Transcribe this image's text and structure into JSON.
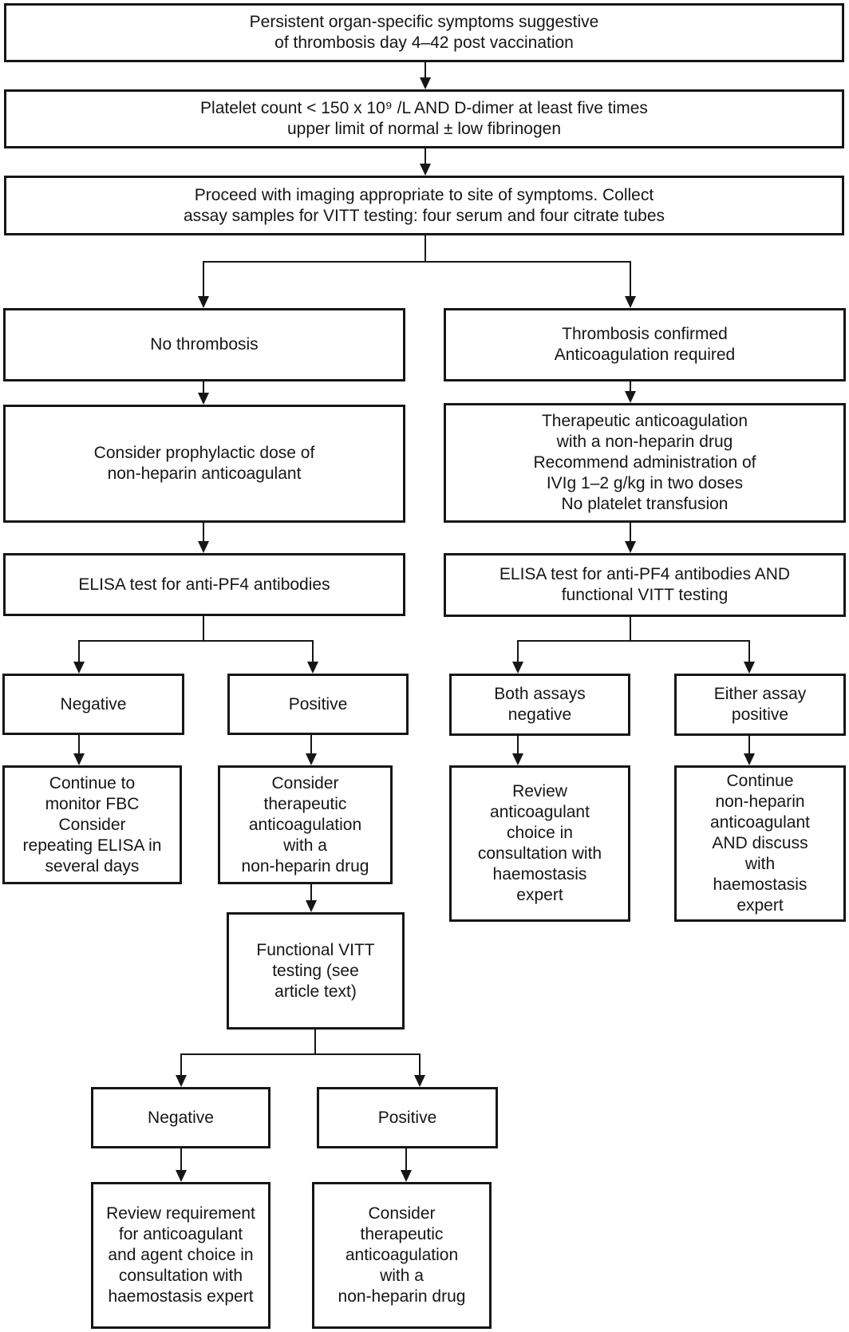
{
  "figure": {
    "type": "flowchart",
    "subject": "VITT investigation and management pathway",
    "background_color": "#ffffff",
    "line_color": "#161616",
    "text_color": "#161616"
  },
  "nodes": {
    "symptoms": {
      "text": "Persistent organ-specific symptoms suggestive\nof thrombosis day 4–42 post vaccination"
    },
    "platelet_ddimer": {
      "text": "Platelet count < 150 x 10⁹ /L AND D-dimer at least five times\nupper limit of normal ± low fibrinogen"
    },
    "imaging_assay": {
      "text": "Proceed with imaging appropriate to site of symptoms. Collect\nassay samples for VITT testing: four serum and four citrate tubes"
    },
    "no_thrombosis": {
      "text": "No thrombosis"
    },
    "thrombosis_confirmed": {
      "text": "Thrombosis confirmed\nAnticoagulation required"
    },
    "prophylactic_dose": {
      "text": "Consider prophylactic dose of\nnon-heparin anticoagulant"
    },
    "therapeutic_ivig": {
      "text": "Therapeutic anticoagulation\nwith a non-heparin drug\nRecommend administration of\nIVIg 1–2 g/kg in two doses\nNo platelet transfusion"
    },
    "elisa_test": {
      "text": "ELISA test for anti-PF4 antibodies"
    },
    "elisa_and_functional": {
      "text": "ELISA test for anti-PF4 antibodies AND\nfunctional VITT testing"
    },
    "elisa_negative": {
      "text": "Negative"
    },
    "elisa_positive": {
      "text": "Positive"
    },
    "both_assays_negative": {
      "text": "Both assays\nnegative"
    },
    "either_assay_positive": {
      "text": "Either assay\npositive"
    },
    "monitor_fbc": {
      "text": "Continue to\nmonitor FBC\nConsider\nrepeating ELISA in\nseveral days"
    },
    "consider_therapeutic_1": {
      "text": "Consider\ntherapeutic\nanticoagulation\nwith a\nnon-heparin drug"
    },
    "review_anticoag_choice": {
      "text": "Review\nanticoagulant\nchoice in\nconsultation with\nhaemostasis\nexpert"
    },
    "continue_non_heparin": {
      "text": "Continue\nnon-heparin\nanticoagulant\nAND discuss\nwith\nhaemostasis\nexpert"
    },
    "functional_vitt": {
      "text": "Functional VITT\ntesting (see\narticle text)"
    },
    "functional_negative": {
      "text": "Negative"
    },
    "functional_positive": {
      "text": "Positive"
    },
    "review_requirement": {
      "text": "Review requirement\nfor anticoagulant\nand agent choice in\nconsultation with\nhaemostasis expert"
    },
    "consider_therapeutic_2": {
      "text": "Consider\ntherapeutic\nanticoagulation\nwith a\nnon-heparin drug"
    }
  }
}
